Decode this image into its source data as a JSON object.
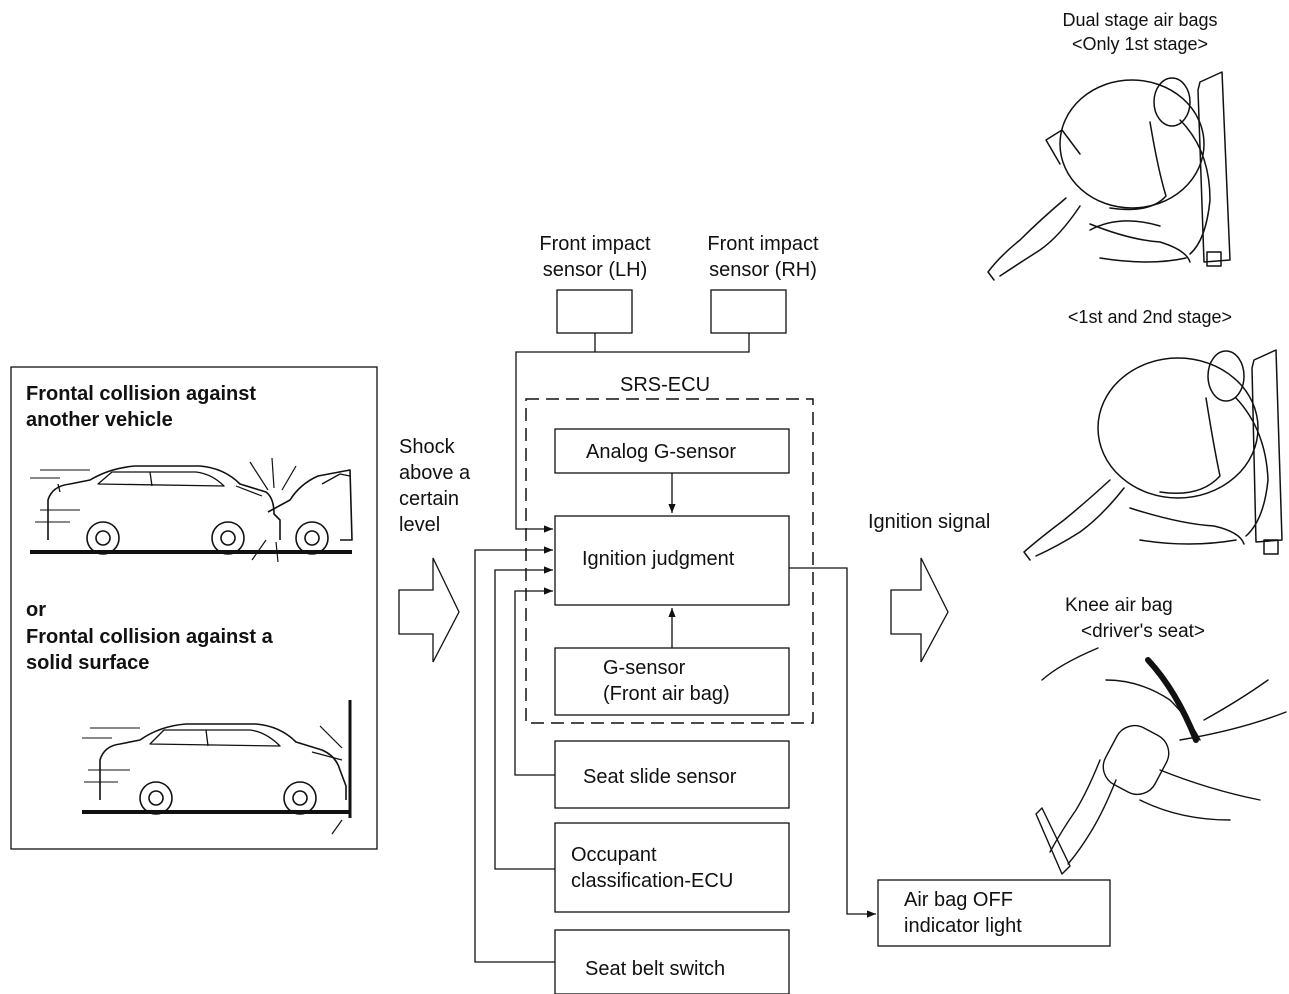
{
  "collision_panel": {
    "heading_1": "Frontal collision against\nanother vehicle",
    "connector": "or",
    "heading_2": "Frontal collision against a\nsolid surface"
  },
  "shock_label": "Shock\nabove a\ncertain\nlevel",
  "front_impact_lh": "Front impact\nsensor (LH)",
  "front_impact_rh": "Front impact\nsensor (RH)",
  "srs_ecu": {
    "title": "SRS-ECU",
    "analog_g_sensor": "Analog G-sensor",
    "ignition_judgment": "Ignition judgment",
    "g_sensor": "G-sensor\n(Front air bag)"
  },
  "seat_slide_sensor": "Seat slide sensor",
  "occupant_classification": "Occupant\nclassification-ECU",
  "seat_belt_switch": "Seat belt switch",
  "ignition_signal": "Ignition signal",
  "airbag_off_indicator": "Air bag OFF\nindicator light",
  "dual_stage": {
    "title": "Dual stage air bags",
    "stage1": "<Only 1st stage>",
    "stage12": "<1st and 2nd stage>"
  },
  "knee_airbag": {
    "title": "Knee air bag",
    "seat": "<driver's seat>"
  }
}
